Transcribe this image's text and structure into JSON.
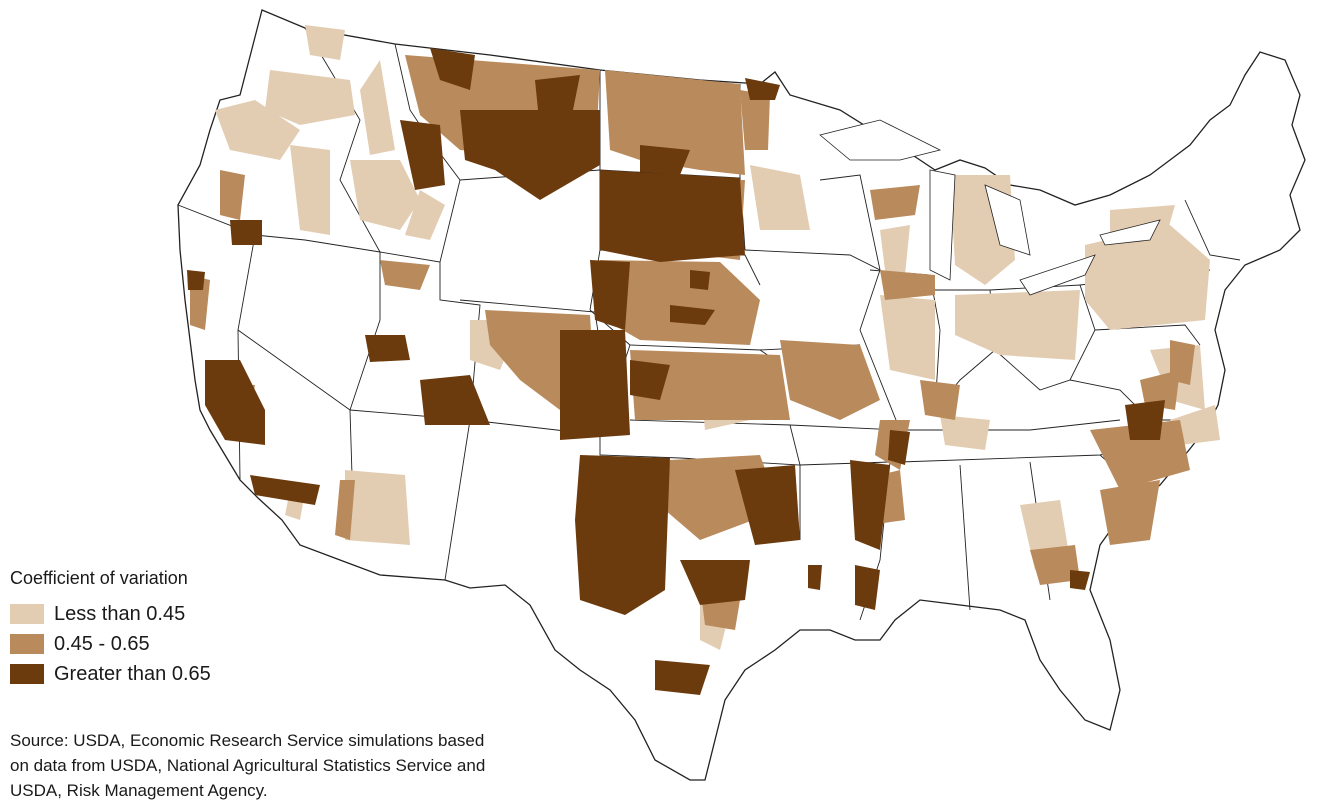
{
  "legend": {
    "title": "Coefficient of variation",
    "items": [
      {
        "label": "Less than 0.45",
        "color": "#e3cdb2"
      },
      {
        "label": "0.45 - 0.65",
        "color": "#b98a5c"
      },
      {
        "label": "Greater than 0.65",
        "color": "#6b3a0d"
      }
    ]
  },
  "source": {
    "line1": "Source: USDA, Economic Research Service simulations based",
    "line2": "on data from USDA, National Agricultural Statistics Service and",
    "line3": "USDA, Risk Management Agency."
  },
  "colors": {
    "state_border": "#222222",
    "background": "#ffffff"
  }
}
